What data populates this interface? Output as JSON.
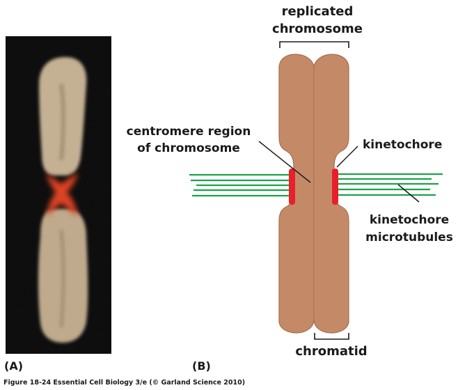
{
  "panels": {
    "a_label": "(A)",
    "b_label": "(B)"
  },
  "labels": {
    "replicated_line1": "replicated",
    "replicated_line2": "chromosome",
    "centromere_line1": "centromere region",
    "centromere_line2": "of chromosome",
    "kinetochore": "kinetochore",
    "microtubules_line1": "kinetochore",
    "microtubules_line2": "microtubules",
    "chromatid": "chromatid"
  },
  "caption": "Figure 18-24  Essential Cell Biology 3/e (© Garland Science 2010)",
  "colors": {
    "chromatid_fill": "#c48a68",
    "chromatid_stroke": "#a56d4d",
    "kinetochore": "#e8202a",
    "microtubule": "#1aa34a",
    "micrograph_bg": "#050505",
    "micrograph_chromosome": "#cdb797",
    "micrograph_centromere": "#e8401e",
    "text": "#1a1a1a"
  }
}
